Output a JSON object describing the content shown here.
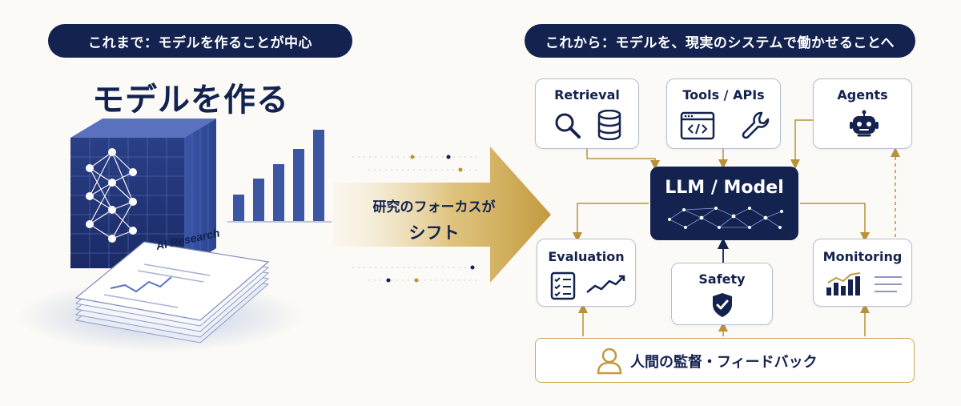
{
  "header": {
    "left_pill": "これまで：モデルを作ることが中心",
    "right_pill": "これから：モデルを、現実のシステムで働かせることへ"
  },
  "left": {
    "title": "モデルを作る",
    "paper_label": "AI Research"
  },
  "shift": {
    "line1": "研究のフォーカスが",
    "line2": "シフト"
  },
  "diagram": {
    "retrieval": "Retrieval",
    "tools": "Tools / APIs",
    "agents": "Agents",
    "model": "LLM / Model",
    "evaluation": "Evaluation",
    "safety": "Safety",
    "monitoring": "Monitoring",
    "human": "人間の監督・フィードバック"
  },
  "colors": {
    "navy": "#13224f",
    "gold": "#b8913a",
    "box_border": "#b8bfd4",
    "background": "#fbfaf6"
  },
  "icons": {
    "retrieval": [
      "search-icon",
      "database-icon"
    ],
    "tools": [
      "code-window-icon",
      "wrench-icon"
    ],
    "agents": [
      "robot-icon"
    ],
    "evaluation": [
      "checklist-icon",
      "trend-line-icon"
    ],
    "safety": [
      "shield-check-icon"
    ],
    "monitoring": [
      "bar-chart-icon",
      "list-lines-icon"
    ],
    "human": [
      "person-icon"
    ]
  }
}
